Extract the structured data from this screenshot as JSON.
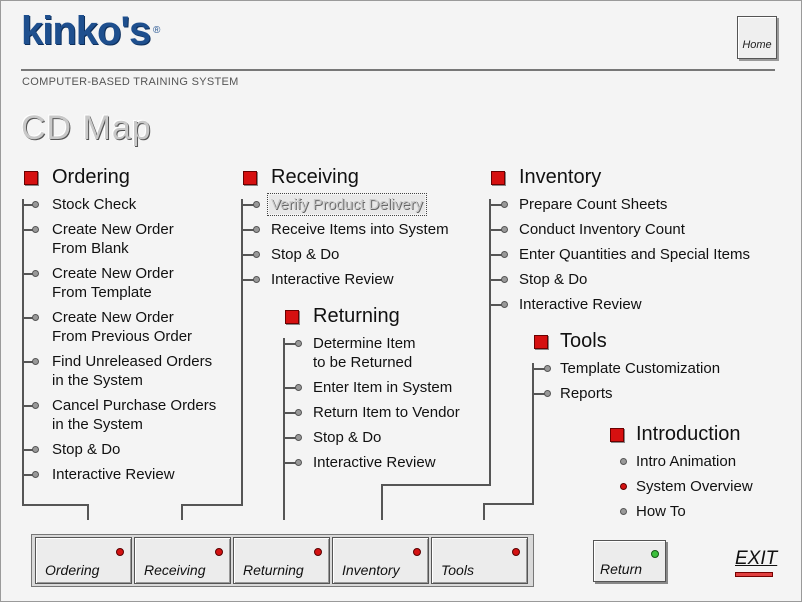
{
  "header": {
    "logo": "kinko's",
    "subtitle": "COMPUTER-BASED TRAINING SYSTEM",
    "home_label": "Home",
    "page_title": "CD Map"
  },
  "sections": {
    "ordering": {
      "title": "Ordering",
      "items": [
        "Stock Check",
        "Create New Order",
        "From Blank",
        "Create New Order",
        "From Template",
        "Create New Order",
        "From Previous Order",
        "Find Unreleased Orders",
        "in the System",
        "Cancel Purchase Orders",
        "in the System",
        "Stop & Do",
        "Interactive Review"
      ]
    },
    "receiving": {
      "title": "Receiving",
      "items": [
        "Verify Product Delivery",
        "Receive Items into System",
        "Stop & Do",
        "Interactive Review"
      ]
    },
    "returning": {
      "title": "Returning",
      "items": [
        "Determine Item",
        "to be Returned",
        "Enter Item in System",
        "Return Item to Vendor",
        "Stop & Do",
        "Interactive Review"
      ]
    },
    "inventory": {
      "title": "Inventory",
      "items": [
        "Prepare Count Sheets",
        "Conduct Inventory Count",
        "Enter Quantities and Special Items",
        "Stop & Do",
        "Interactive Review"
      ]
    },
    "tools": {
      "title": "Tools",
      "items": [
        "Template Customization",
        "Reports"
      ]
    },
    "introduction": {
      "title": "Introduction",
      "items": [
        "Intro Animation",
        "System Overview",
        "How To"
      ]
    }
  },
  "bottom_nav": {
    "tabs": [
      "Ordering",
      "Receiving",
      "Returning",
      "Inventory",
      "Tools"
    ],
    "return_label": "Return",
    "exit_label": "EXIT"
  },
  "colors": {
    "accent_red": "#d61010",
    "logo_blue": "#1e4f8e",
    "active_green": "#3cc03c"
  }
}
